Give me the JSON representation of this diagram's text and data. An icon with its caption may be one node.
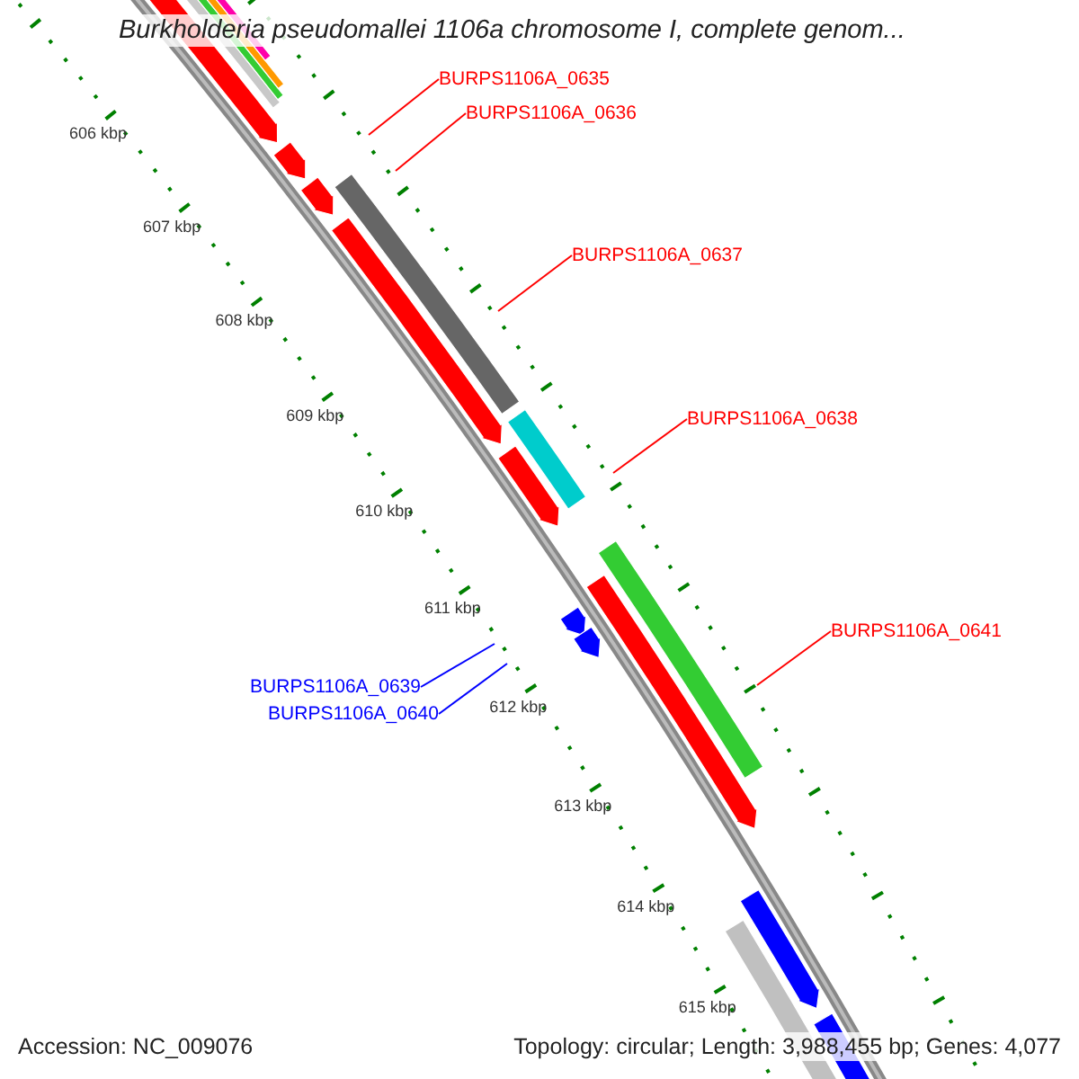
{
  "diagram": {
    "title": "Burkholderia pseudomallei 1106a chromosome I, complete genom...",
    "nodes": [
      {
        "text": [
          "BURPS1106A_0635"
        ]
      },
      {
        "text": [
          "BURPS1106A_0636"
        ]
      },
      {
        "text": [
          "BURPS1106A_0637"
        ]
      },
      {
        "text": [
          "BURPS1106A_0638"
        ]
      },
      {
        "text": [
          "BURPS1106A_0641"
        ]
      },
      {
        "text": [
          "BURPS1106A_0639"
        ]
      },
      {
        "text": [
          "BURPS1106A_0640"
        ]
      }
    ],
    "edges": [
      {
        "from": 0,
        "to": null,
        "arrow": "none"
      },
      {
        "from": 1,
        "to": null,
        "arrow": "none"
      },
      {
        "from": 2,
        "to": null,
        "arrow": "none"
      },
      {
        "from": 3,
        "to": null,
        "arrow": "none"
      },
      {
        "from": 4,
        "to": null,
        "arrow": "none"
      },
      {
        "from": 5,
        "to": null,
        "arrow": "none",
        "color": "#0000ff"
      },
      {
        "from": 6,
        "to": null,
        "arrow": "none",
        "color": "#0000ff"
      }
    ],
    "labels": [
      "606 kbp",
      "607 kbp",
      "608 kbp",
      "609 kbp",
      "610 kbp",
      "611 kbp",
      "612 kbp",
      "613 kbp",
      "614 kbp",
      "615 kbp",
      "Accession: NC_009076",
      "Topology: circular; Length: 3,988,455 bp; Genes: 4,077"
    ]
  }
}
